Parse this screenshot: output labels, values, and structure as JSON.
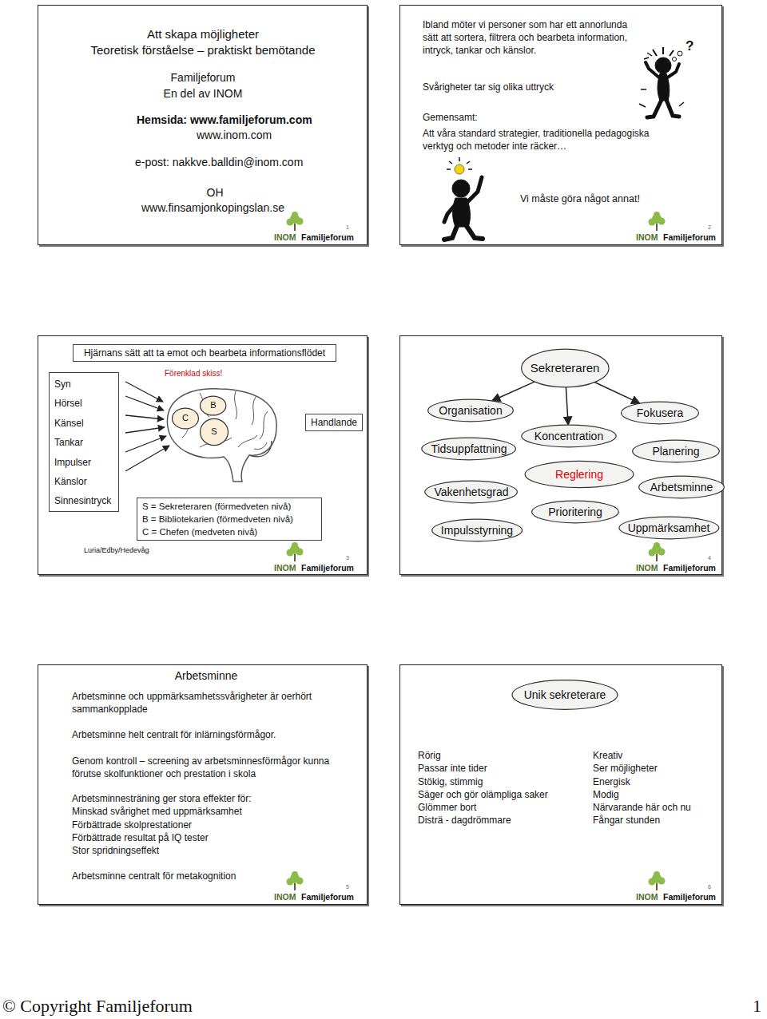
{
  "diagram": {
    "nodes": [
      {
        "text": [
          "Att skapa möjligheter",
          "Teoretisk förståelse – praktiskt bemötande",
          "Familjeforum",
          "En del av INOM",
          "Hemsida: www.familjeforum.com",
          "www.inom.com",
          "e-post: nakkve.balldin@inom.com",
          "OH",
          "www.finsamjonkopingslan.se",
          "1"
        ]
      },
      {
        "text": [
          "Ibland möter vi personer som har ett annorlunda sätt att sortera, filtrera och bearbeta information, intryck, tankar och känslor.",
          "Svårigheter tar sig olika uttryck",
          "Gemensamt:",
          "Att våra standard strategier, traditionella pedagogiska verktyg och metoder inte räcker…",
          "Vi måste göra något annat!",
          "2"
        ]
      },
      {
        "text": [
          "Förenklad skiss!",
          "Luria/Edby/Hedevåg",
          "3"
        ]
      },
      {
        "text": [
          "Hjärnans sätt att ta emot och bearbeta informationsflödet"
        ],
        "in": 2
      },
      {
        "text": [
          "Syn",
          "Hörsel",
          "Känsel",
          "Tankar",
          "Impulser",
          "Känslor",
          "Sinnesintryck"
        ],
        "in": 2
      },
      {
        "text": [
          "C"
        ],
        "in": 2
      },
      {
        "text": [
          "B"
        ],
        "in": 2
      },
      {
        "text": [
          "S"
        ],
        "in": 2
      },
      {
        "text": [
          "Handlande"
        ],
        "in": 2
      },
      {
        "text": [
          "S = Sekreteraren (förmedveten nivå)",
          "B = Bibliotekarien (förmedveten nivå)",
          "C = Chefen (medveten nivå)"
        ],
        "in": 2
      },
      {
        "text": [
          "4"
        ]
      },
      {
        "text": [
          "Sekreteraren"
        ],
        "in": 10
      },
      {
        "text": [
          "Organisation"
        ],
        "in": 10
      },
      {
        "text": [
          "Tidsuppfattning"
        ],
        "in": 10
      },
      {
        "text": [
          "Vakenhetsgrad"
        ],
        "in": 10
      },
      {
        "text": [
          "Impulsstyrning"
        ],
        "in": 10
      },
      {
        "text": [
          "Koncentration"
        ],
        "in": 10
      },
      {
        "text": [
          "Reglering"
        ],
        "in": 10
      },
      {
        "text": [
          "Prioritering"
        ],
        "in": 10
      },
      {
        "text": [
          "Fokusera"
        ],
        "in": 10
      },
      {
        "text": [
          "Planering"
        ],
        "in": 10
      },
      {
        "text": [
          "Arbetsminne"
        ],
        "in": 10
      },
      {
        "text": [
          "Uppmärksamhet"
        ],
        "in": 10
      },
      {
        "text": [
          "Arbetsminne",
          "Arbetsminne och uppmärksamhetssvårigheter är oerhört sammankopplade",
          "Arbetsminne helt centralt för inlärningsförmågor.",
          "Genom kontroll – screening av arbetsminnesförmågor kunna förutse skolfunktioner och prestation i skola",
          "Arbetsminnesträning ger stora effekter för:",
          "Minskad svårighet med uppmärksamhet",
          "Förbättrade skolprestationer",
          "Förbättrade resultat på IQ tester",
          "Stor spridningseffekt",
          "Arbetsminne centralt för metakognition",
          "5"
        ]
      },
      {
        "text": [
          "Rörig",
          "Passar inte tider",
          "Stökig, stimmig",
          "Säger och gör olämpliga saker",
          "Glömmer bort",
          "Disträ - dagdrömmare",
          "Kreativ",
          "Ser möjligheter",
          "Energisk",
          "Modig",
          "Närvarande här och nu",
          "Fångar stunden",
          "6"
        ]
      },
      {
        "text": [
          "Unik sekreterare"
        ],
        "in": 24
      }
    ],
    "edges": [
      {
        "from": 11,
        "to": 12,
        "arrow": "to"
      },
      {
        "from": 11,
        "to": 16,
        "arrow": "to"
      },
      {
        "from": 11,
        "to": 19,
        "arrow": "to"
      }
    ],
    "labels": [
      "?",
      "INOM",
      "Familjeforum",
      "INOM",
      "Familjeforum",
      "INOM",
      "Familjeforum",
      "INOM",
      "Familjeforum",
      "INOM",
      "Familjeforum",
      "INOM",
      "Familjeforum",
      "© Copyright Familjeforum",
      "1"
    ]
  }
}
